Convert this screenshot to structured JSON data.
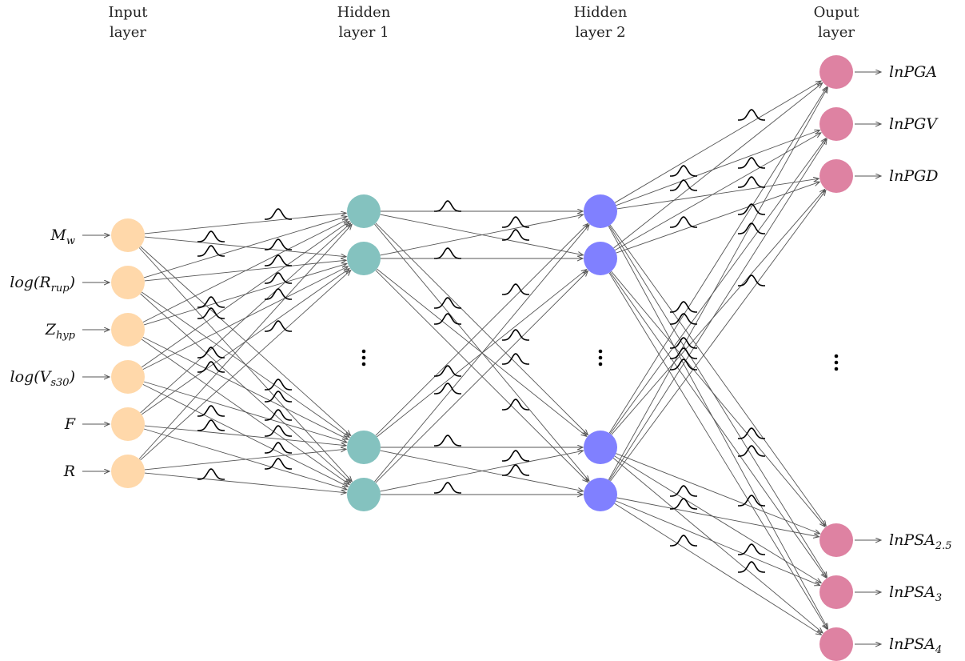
{
  "layers": [
    {
      "title1": "Input",
      "title2": "layer",
      "color": "#FFD8AA"
    },
    {
      "title1": "Hidden",
      "title2": "layer 1",
      "color": "#84C2BF"
    },
    {
      "title1": "Hidden",
      "title2": "layer 2",
      "color": "#8080FF"
    },
    {
      "title1": "Ouput",
      "title2": "layer",
      "color": "#DE82A2"
    }
  ],
  "inputs": [
    {
      "base": "M",
      "sub": "w",
      "pre": "",
      "post": ""
    },
    {
      "base": "log(R",
      "sub": "rup",
      "pre": "",
      "post": ")"
    },
    {
      "base": "Z",
      "sub": "hyp",
      "pre": "",
      "post": ""
    },
    {
      "base": "log(V",
      "sub": "s30",
      "pre": "",
      "post": ")"
    },
    {
      "base": "F",
      "sub": "",
      "pre": "",
      "post": ""
    },
    {
      "base": "R",
      "sub": "",
      "pre": "",
      "post": ""
    }
  ],
  "outputs": [
    {
      "base": "lnPGA",
      "sub": ""
    },
    {
      "base": "lnPGV",
      "sub": ""
    },
    {
      "base": "lnPGD",
      "sub": ""
    },
    {
      "base": "lnPSA",
      "sub": "2.5"
    },
    {
      "base": "lnPSA",
      "sub": "3"
    },
    {
      "base": "lnPSA",
      "sub": "4"
    }
  ],
  "ellipsis": "⋮"
}
